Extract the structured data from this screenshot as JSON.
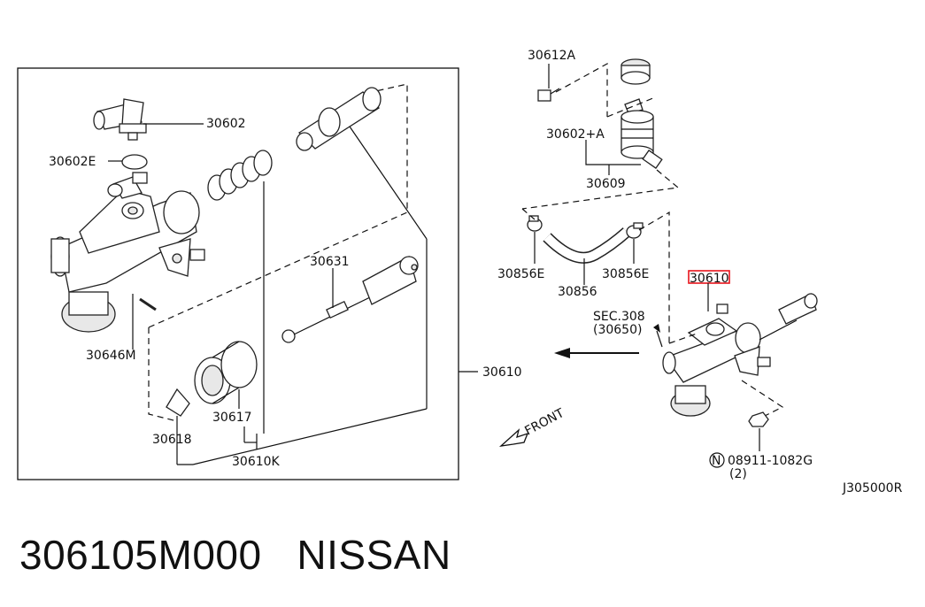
{
  "labels": {
    "p30602": "30602",
    "p30602E": "30602E",
    "p30646M": "30646M",
    "p30631": "30631",
    "p30617": "30617",
    "p30618": "30618",
    "p30610K": "30610K",
    "p30610_box": "30610",
    "p30612A": "30612A",
    "p30602A": "30602+A",
    "p30609": "30609",
    "p30856E_left": "30856E",
    "p30856E_right": "30856E",
    "p30856": "30856",
    "p30610_highlight": "30610",
    "sec308": "SEC.308",
    "sec308_sub": "(30650)",
    "front": "FRONT",
    "nut_marker": "N",
    "nut_part": "08911-1082G",
    "nut_qty": "(2)",
    "diagram_code": "J305000R"
  },
  "caption": {
    "part_number": "306105M000",
    "brand": "NISSAN"
  },
  "colors": {
    "highlight": "#e8141c",
    "ink": "#111111"
  }
}
